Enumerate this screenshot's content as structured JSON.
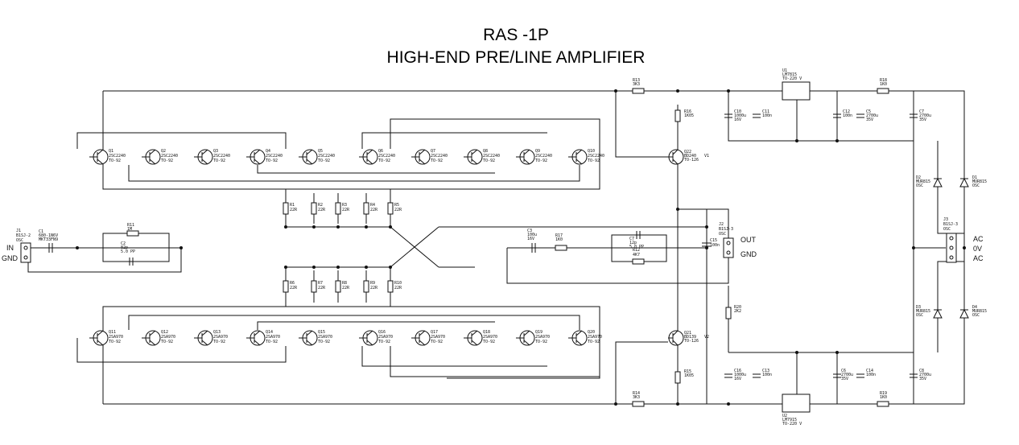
{
  "title": {
    "line1": "RAS -1P",
    "line2": "HIGH-END PRE/LINE AMPLIFIER"
  },
  "connectors": {
    "input": {
      "ref": "J1",
      "part": "B1SJ-2",
      "osc": "OSC",
      "pins": [
        "IN",
        "GND"
      ]
    },
    "output": {
      "ref": "J2",
      "part": "B1SJ-3",
      "osc": "OSC",
      "pins": [
        "OUT",
        "GND"
      ]
    },
    "power": {
      "ref": "J3",
      "part": "B1SJ-3",
      "osc": "OSC",
      "pins": [
        "AC",
        "0V",
        "AC"
      ]
    }
  },
  "transistors_top": [
    {
      "ref": "Q1",
      "part": "2SC2240",
      "pkg": "TO-92"
    },
    {
      "ref": "Q2",
      "part": "2SC2240",
      "pkg": "TO-92"
    },
    {
      "ref": "Q3",
      "part": "2SC2240",
      "pkg": "TO-92"
    },
    {
      "ref": "Q4",
      "part": "2SC2240",
      "pkg": "TO-92"
    },
    {
      "ref": "Q5",
      "part": "2SC2240",
      "pkg": "TO-92"
    },
    {
      "ref": "Q6",
      "part": "2SC2240",
      "pkg": "TO-92"
    },
    {
      "ref": "Q7",
      "part": "2SC2240",
      "pkg": "TO-92"
    },
    {
      "ref": "Q8",
      "part": "2SC2240",
      "pkg": "TO-92"
    },
    {
      "ref": "Q9",
      "part": "2SC2240",
      "pkg": "TO-92"
    },
    {
      "ref": "Q10",
      "part": "2SC2240",
      "pkg": "TO-92"
    }
  ],
  "transistors_bottom": [
    {
      "ref": "Q11",
      "part": "2SA970",
      "pkg": "TO-92"
    },
    {
      "ref": "Q12",
      "part": "2SA970",
      "pkg": "TO-92"
    },
    {
      "ref": "Q13",
      "part": "2SA970",
      "pkg": "TO-92"
    },
    {
      "ref": "Q14",
      "part": "2SA970",
      "pkg": "TO-92"
    },
    {
      "ref": "Q15",
      "part": "2SA970",
      "pkg": "TO-92"
    },
    {
      "ref": "Q16",
      "part": "2SA970",
      "pkg": "TO-92"
    },
    {
      "ref": "Q17",
      "part": "2SA970",
      "pkg": "TO-92"
    },
    {
      "ref": "Q18",
      "part": "2SA970",
      "pkg": "TO-92"
    },
    {
      "ref": "Q19",
      "part": "2SA970",
      "pkg": "TO-92"
    },
    {
      "ref": "Q20",
      "part": "2SA970",
      "pkg": "TO-92"
    }
  ],
  "output_transistors": [
    {
      "ref": "Q22",
      "part": "BD240",
      "pkg": "TO-126",
      "suffix": "V1"
    },
    {
      "ref": "Q21",
      "part": "BD139",
      "pkg": "TO-126",
      "suffix": "V2"
    }
  ],
  "resistors_top": [
    {
      "ref": "R1",
      "value": "22R"
    },
    {
      "ref": "R2",
      "value": "22R"
    },
    {
      "ref": "R3",
      "value": "22R"
    },
    {
      "ref": "R4",
      "value": "22R"
    },
    {
      "ref": "R5",
      "value": "22R"
    }
  ],
  "resistors_bottom": [
    {
      "ref": "R6",
      "value": "22R"
    },
    {
      "ref": "R7",
      "value": "22R"
    },
    {
      "ref": "R8",
      "value": "22R"
    },
    {
      "ref": "R9",
      "value": "22R"
    },
    {
      "ref": "R10",
      "value": "22R"
    }
  ],
  "parts": {
    "R11": {
      "ref": "R11",
      "value": "1M"
    },
    "C2": {
      "ref": "C2",
      "value": "82p",
      "note": "5.0 PP"
    },
    "C1": {
      "ref": "C1",
      "value": "680-1N6V",
      "note": "MKT33FN9"
    },
    "C3": {
      "ref": "C3",
      "value": "100u",
      "note": "16V"
    },
    "R17": {
      "ref": "R17",
      "value": "1K0"
    },
    "C7": {
      "ref": "C7",
      "value": "12p",
      "note": "5.0 PP"
    },
    "R12": {
      "ref": "R12",
      "value": "4K7"
    },
    "C15": {
      "ref": "C15",
      "value": "100n"
    },
    "R13": {
      "ref": "R13",
      "value": "3K3"
    },
    "R14": {
      "ref": "R14",
      "value": "3K3"
    },
    "R15": {
      "ref": "R15",
      "value": "1K05"
    },
    "R16": {
      "ref": "R16",
      "value": "1K05"
    },
    "R20": {
      "ref": "R20",
      "value": "2K2"
    },
    "R18": {
      "ref": "R18",
      "value": "1K0"
    },
    "R19": {
      "ref": "R19",
      "value": "1K0"
    },
    "U1": {
      "ref": "U1",
      "value": "LM7815",
      "pkg": "TO-220 V"
    },
    "U2": {
      "ref": "U2",
      "value": "LM7915",
      "pkg": "TO-220 V"
    },
    "C10": {
      "ref": "C10",
      "value": "1000u",
      "note": "16V"
    },
    "C11": {
      "ref": "C11",
      "value": "100n"
    },
    "C12": {
      "ref": "C12",
      "value": "100n"
    },
    "C5": {
      "ref": "C5",
      "value": "2700u",
      "note": "35V"
    },
    "C7b": {
      "ref": "C7",
      "value": "2700u",
      "note": "35V"
    },
    "C16": {
      "ref": "C16",
      "value": "1000u",
      "note": "16V"
    },
    "C13": {
      "ref": "C13",
      "value": "100n"
    },
    "C6": {
      "ref": "C6",
      "value": "2700u",
      "note": "35V"
    },
    "C14": {
      "ref": "C14",
      "value": "100n"
    },
    "C8": {
      "ref": "C8",
      "value": "2700u",
      "note": "35V"
    },
    "D2": {
      "ref": "D2",
      "value": "MUR815",
      "note": "OSC"
    },
    "D1": {
      "ref": "D1",
      "value": "MUR815",
      "note": "OSC"
    },
    "D3": {
      "ref": "D3",
      "value": "MUR815",
      "note": "OSC"
    },
    "D4": {
      "ref": "D4",
      "value": "MUR815",
      "note": "OSC"
    }
  }
}
